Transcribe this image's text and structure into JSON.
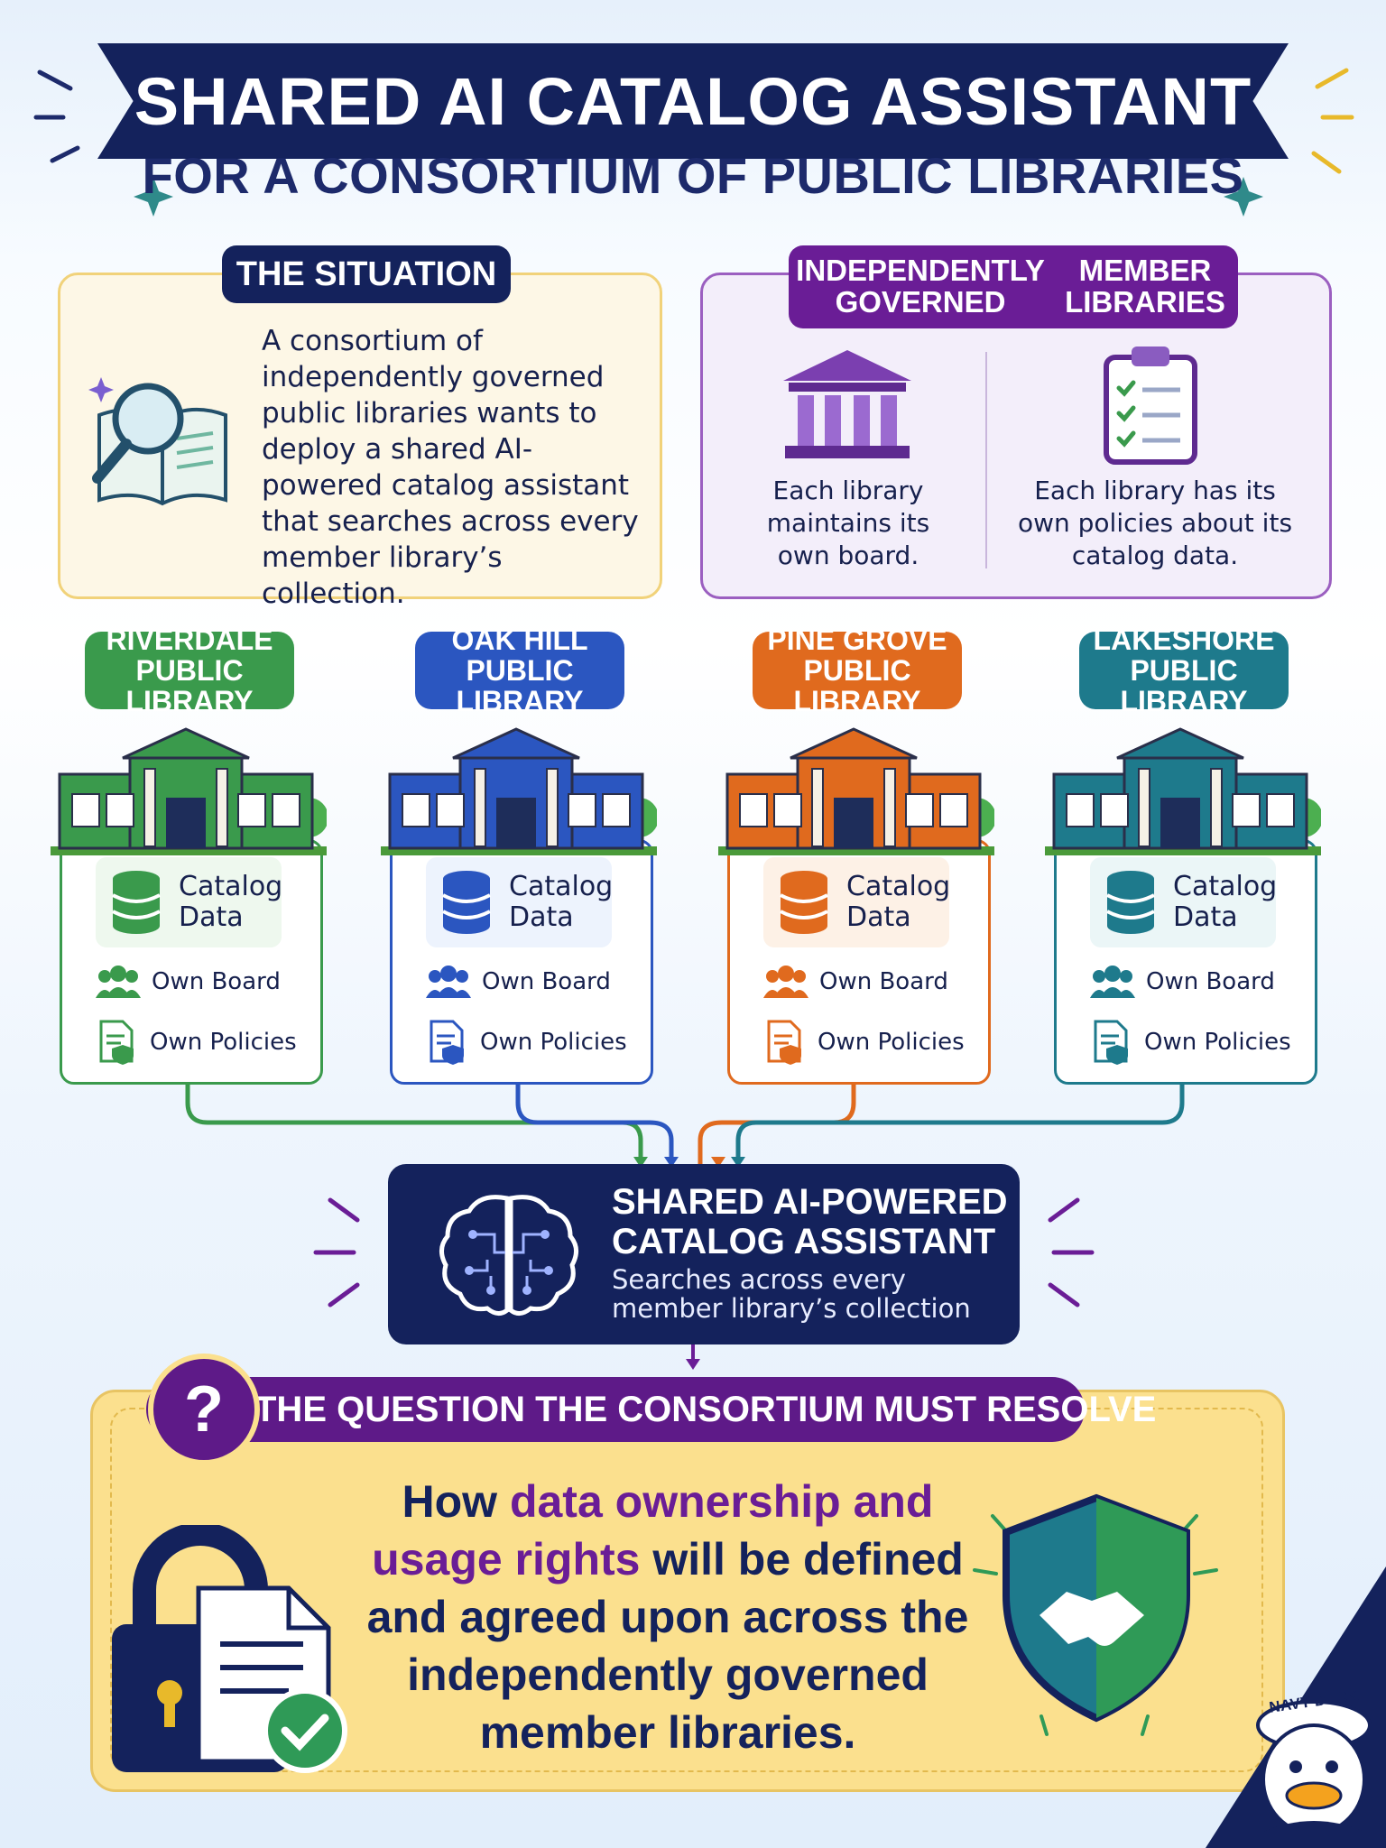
{
  "header": {
    "title": "SHARED AI CATALOG ASSISTANT",
    "subtitle": "FOR A CONSORTIUM OF PUBLIC LIBRARIES"
  },
  "situation": {
    "heading": "THE SITUATION",
    "body": "A consortium of independently governed public libraries wants to deploy a shared AI-powered catalog assistant that searches across every member library’s collection.",
    "icon": "book-magnifier-icon"
  },
  "governance": {
    "heading_line1": "INDEPENDENTLY GOVERNED",
    "heading_line2": "MEMBER LIBRARIES",
    "board_text": "Each library maintains its own board.",
    "policy_text": "Each library has its own policies about its catalog data.",
    "board_icon": "library-building-icon",
    "policy_icon": "clipboard-checklist-icon"
  },
  "libraries": [
    {
      "name_line1": "RIVERDALE",
      "name_line2": "PUBLIC LIBRARY",
      "catalog": "Catalog Data",
      "board": "Own Board",
      "policies": "Own Policies",
      "color": "#3a9a4c"
    },
    {
      "name_line1": "OAK HILL",
      "name_line2": "PUBLIC LIBRARY",
      "catalog": "Catalog Data",
      "board": "Own Board",
      "policies": "Own Policies",
      "color": "#2b56c0"
    },
    {
      "name_line1": "PINE GROVE",
      "name_line2": "PUBLIC LIBRARY",
      "catalog": "Catalog Data",
      "board": "Own Board",
      "policies": "Own Policies",
      "color": "#e06a1e"
    },
    {
      "name_line1": "LAKESHORE",
      "name_line2": "PUBLIC LIBRARY",
      "catalog": "Catalog Data",
      "board": "Own Board",
      "policies": "Own Policies",
      "color": "#1e7a8c"
    }
  ],
  "assistant": {
    "title": "SHARED AI-POWERED CATALOG ASSISTANT",
    "subtitle": "Searches across every member library’s collection",
    "icon": "brain-circuit-icon"
  },
  "question": {
    "heading": "THE QUESTION THE CONSORTIUM MUST RESOLVE",
    "mark": "?",
    "text_pre": "How ",
    "text_highlight": "data ownership and usage rights",
    "text_post": " will be defined and agreed upon across the independently governed member libraries.",
    "lock_icon": "lock-document-icon",
    "shield_icon": "handshake-shield-icon"
  },
  "badge": {
    "label": "NAVY DUCK",
    "icon": "duck-mascot-icon"
  },
  "colors": {
    "navy": "#14225c",
    "purple": "#6a1d96",
    "yellow": "#fbe08e"
  }
}
